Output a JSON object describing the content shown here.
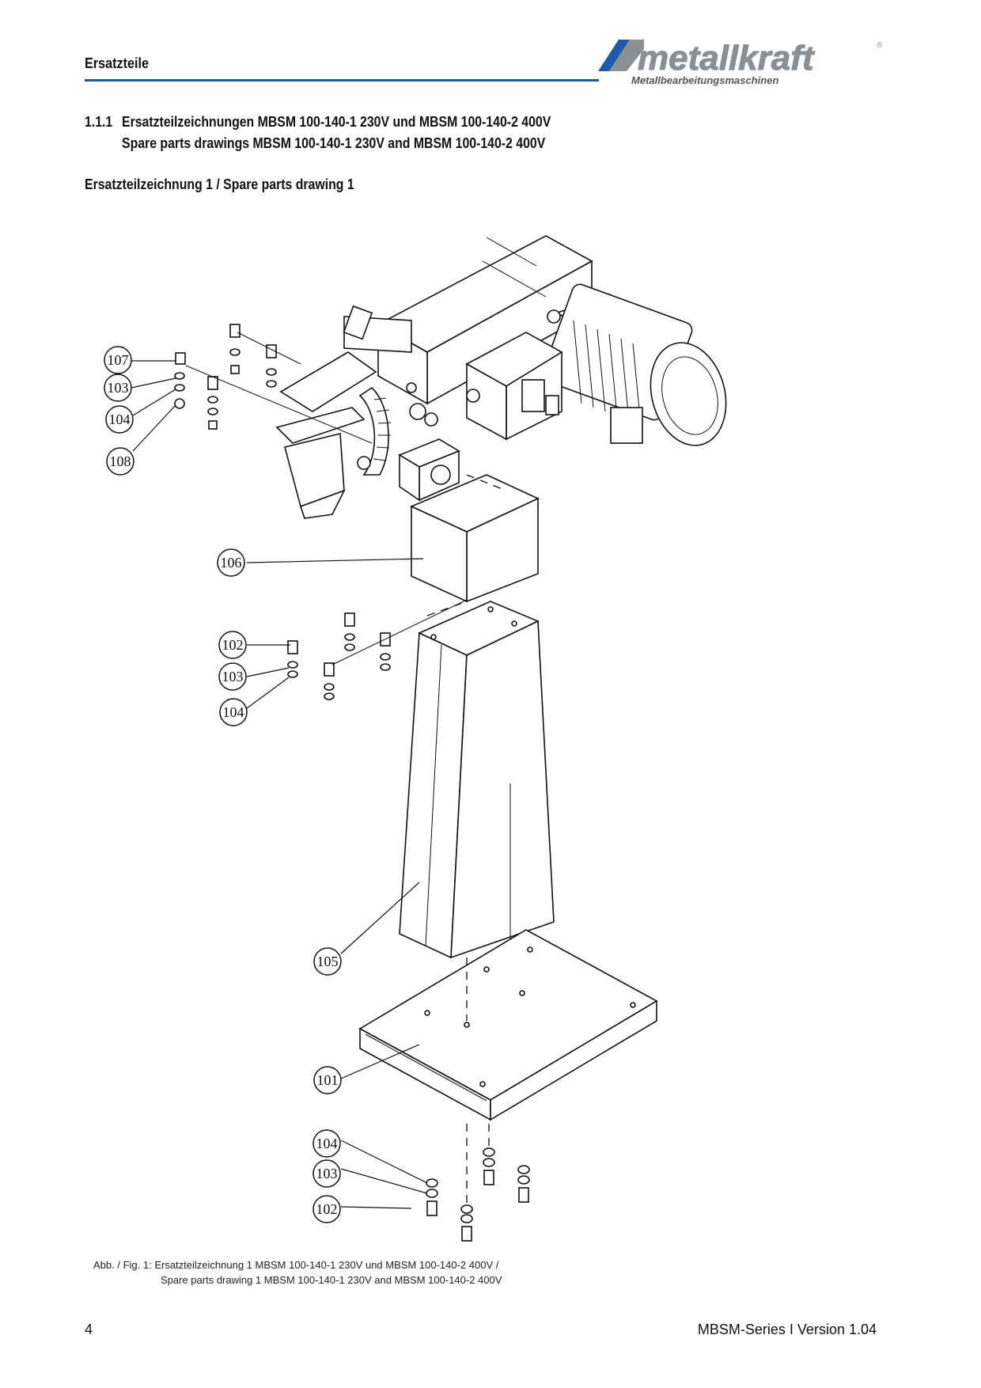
{
  "header": {
    "title": "Ersatzteile",
    "logo_text": "metallkraft",
    "logo_subtitle": "Metallbearbeitungsmaschinen"
  },
  "section": {
    "number": "1.1.1",
    "title_de": "Ersatzteilzeichnungen MBSM 100-140-1 230V und MBSM 100-140-2 400V",
    "title_en": "Spare parts drawings MBSM 100-140-1 230V and MBSM 100-140-2 400V",
    "subheading": "Ersatzteilzeichnung 1 / Spare parts drawing 1"
  },
  "callouts": [
    "107",
    "103",
    "104",
    "108",
    "106",
    "102",
    "103",
    "104",
    "105",
    "101",
    "104",
    "103",
    "102"
  ],
  "caption": {
    "line1": "Abb. / Fig. 1: Ersatzteilzeichnung 1 MBSM 100-140-1 230V und MBSM 100-140-2 400V /",
    "line2": "Spare parts drawing 1 MBSM 100-140-1 230V and MBSM 100-140-2 400V"
  },
  "footer": {
    "page": "4",
    "version": "MBSM-Series I Version 1.04"
  },
  "colors": {
    "accent_blue": "#1e5aa8",
    "logo_gray": "#8a8f96"
  }
}
